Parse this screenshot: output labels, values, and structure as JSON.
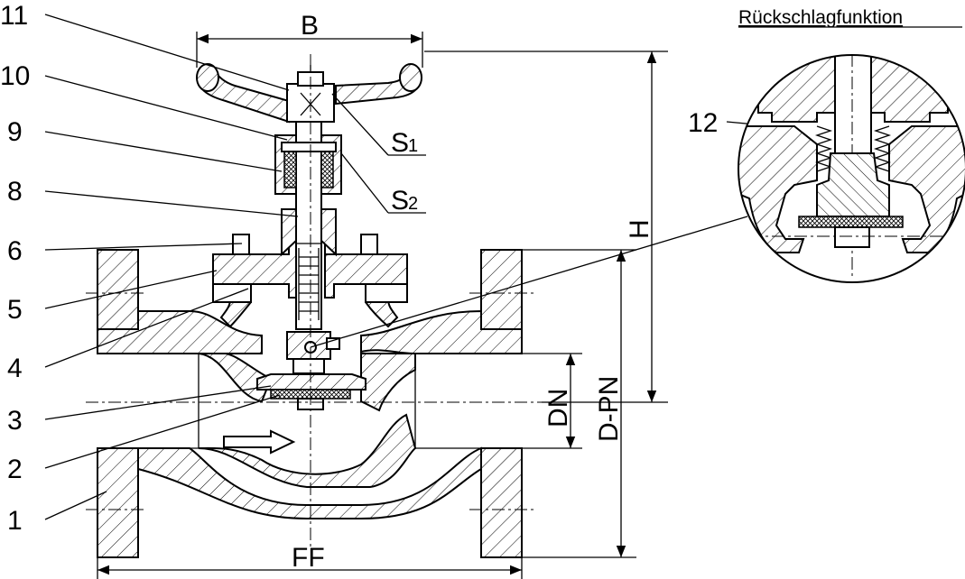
{
  "diagram": {
    "detail_title": "Rückschlagfunktion",
    "part_numbers": [
      "11",
      "10",
      "9",
      "8",
      "6",
      "5",
      "4",
      "3",
      "2",
      "1",
      "12"
    ],
    "dimensions": {
      "b": "B",
      "h": "H",
      "dn": "DN",
      "d_pn": "D-PN",
      "ff": "FF"
    },
    "wrench_sizes": {
      "s1_letter": "S",
      "s1_sub": "1",
      "s2_letter": "S",
      "s2_sub": "2"
    }
  }
}
